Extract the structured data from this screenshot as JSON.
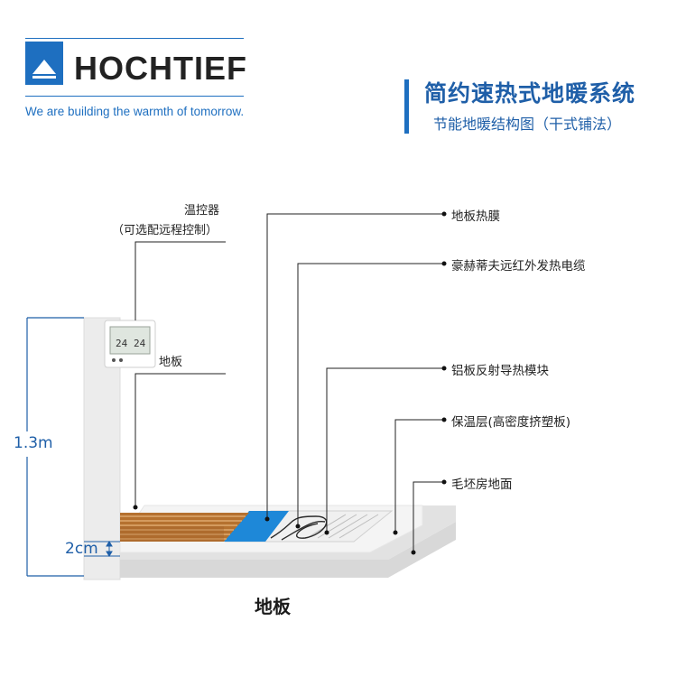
{
  "header": {
    "brand": "HOCHTIEF",
    "tagline": "We are building the warmth of tomorrow.",
    "title": "简约速热式地暖系统",
    "subtitle": "节能地暖结构图（干式铺法）"
  },
  "thermostat": {
    "label_line1": "温控器",
    "label_line2": "（可选配远程控制）",
    "display_value_1": "24",
    "display_value_2": "24"
  },
  "labels": {
    "floor_left": "地板",
    "floor_bottom": "地板",
    "height_dim": "1.3m",
    "thickness_dim": "2cm"
  },
  "callouts": [
    {
      "text": "地板热膜"
    },
    {
      "text": "豪赫蒂夫远红外发热电缆"
    },
    {
      "text": "铝板反射导热模块"
    },
    {
      "text": "保温层(高密度挤塑板)"
    },
    {
      "text": "毛坯房地面"
    }
  ],
  "colors": {
    "brand_blue": "#1e6fc0",
    "wood": "#b5712f",
    "film_blue": "#1e88d8"
  }
}
